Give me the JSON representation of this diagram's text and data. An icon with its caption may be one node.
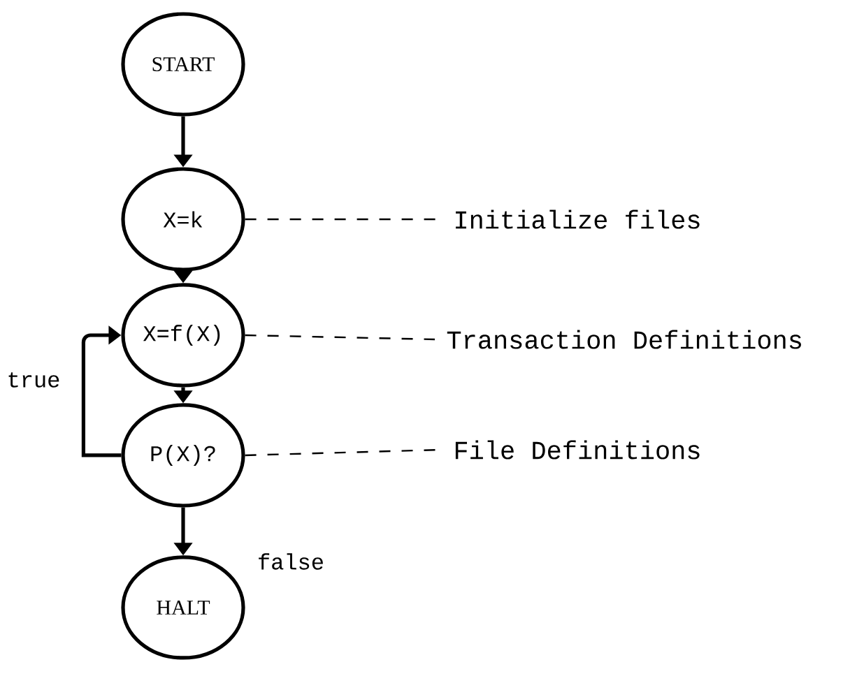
{
  "diagram": {
    "nodes": [
      {
        "text": [
          "START"
        ]
      },
      {
        "text": [
          "X=k"
        ]
      },
      {
        "text": [
          "X=f(X)"
        ]
      },
      {
        "text": [
          "P(X)?"
        ]
      },
      {
        "text": [
          "HALT"
        ]
      },
      {
        "text": [
          "Initialize files"
        ]
      },
      {
        "text": [
          "Transaction Definitions"
        ]
      },
      {
        "text": [
          "File Definitions"
        ]
      }
    ],
    "edges": [
      {
        "from": 0,
        "to": 1,
        "arrow": "to"
      },
      {
        "from": 1,
        "to": 2,
        "arrow": "to"
      },
      {
        "from": 2,
        "to": 3,
        "arrow": "to"
      },
      {
        "from": 3,
        "to": 2,
        "arrow": "to",
        "label": "true"
      },
      {
        "from": 3,
        "to": 4,
        "arrow": "to",
        "label": "false"
      },
      {
        "from": 1,
        "to": 5,
        "arrow": "none",
        "style": "dashed"
      },
      {
        "from": 2,
        "to": 6,
        "arrow": "none",
        "style": "dashed"
      },
      {
        "from": 3,
        "to": 7,
        "arrow": "none",
        "style": "dashed"
      }
    ]
  }
}
